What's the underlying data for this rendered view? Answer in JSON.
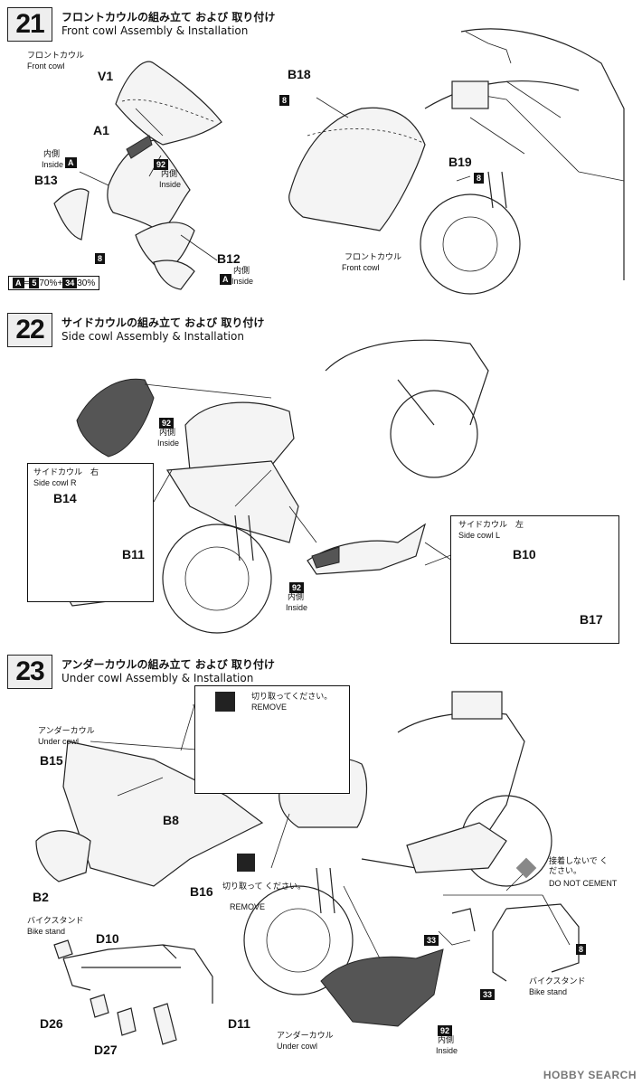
{
  "step21": {
    "number": "21",
    "title_jp": "フロントカウルの組み立て および 取り付け",
    "title_en": "Front cowl Assembly & Installation",
    "front_cowl_jp": "フロントカウル",
    "front_cowl_en": "Front cowl",
    "parts": {
      "v1": "V1",
      "a1": "A1",
      "b13": "B13",
      "b12": "B12",
      "b18": "B18",
      "b19": "B19"
    },
    "inside_jp": "内側",
    "inside_en": "Inside",
    "color_a": "A",
    "color_92": "92",
    "color_8": "8",
    "paint_mix": {
      "a": "A",
      "eq": "=",
      "c5": "5",
      "p1": "70%",
      "plus": "+",
      "c34": "34",
      "p2": "30%"
    },
    "front_cowl2_jp": "フロントカウル",
    "front_cowl2_en": "Front cowl"
  },
  "step22": {
    "number": "22",
    "title_jp": "サイドカウルの組み立て および 取り付け",
    "title_en": "Side cowl Assembly & Installation",
    "color_92a": "92",
    "inside_jp": "内側",
    "inside_en": "Inside",
    "side_r_jp": "サイドカウル　右",
    "side_r_en": "Side cowl R",
    "side_l_jp": "サイドカウル　左",
    "side_l_en": "Side cowl L",
    "parts": {
      "b14": "B14",
      "b11": "B11",
      "b10": "B10",
      "b17": "B17"
    },
    "color_92b": "92"
  },
  "step23": {
    "number": "23",
    "title_jp": "アンダーカウルの組み立て および 取り付け",
    "title_en": "Under cowl Assembly & Installation",
    "remove_jp": "切り取ってください。",
    "remove_en": "REMOVE",
    "remove2_jp": "切り取って ください。",
    "remove2_en": "REMOVE",
    "under_cowl_jp": "アンダーカウル",
    "under_cowl_en": "Under cowl",
    "under_cowl2_jp": "アンダーカウル",
    "under_cowl2_en": "Under cowl",
    "bike_stand_jp": "バイクスタンド",
    "bike_stand_en": "Bike stand",
    "bike_stand2_jp": "バイクスタンド",
    "bike_stand2_en": "Bike stand",
    "no_cement_jp": "接着しないで ください。",
    "no_cement_en": "DO NOT CEMENT",
    "parts": {
      "b15": "B15",
      "b8": "B8",
      "b2": "B2",
      "b16": "B16",
      "d10": "D10",
      "d26": "D26",
      "d27": "D27",
      "d11": "D11"
    },
    "color_33a": "33",
    "color_33b": "33",
    "color_8": "8",
    "color_92": "92",
    "inside_jp": "内側",
    "inside_en": "Inside"
  },
  "watermark": "HOBBY SEARCH"
}
